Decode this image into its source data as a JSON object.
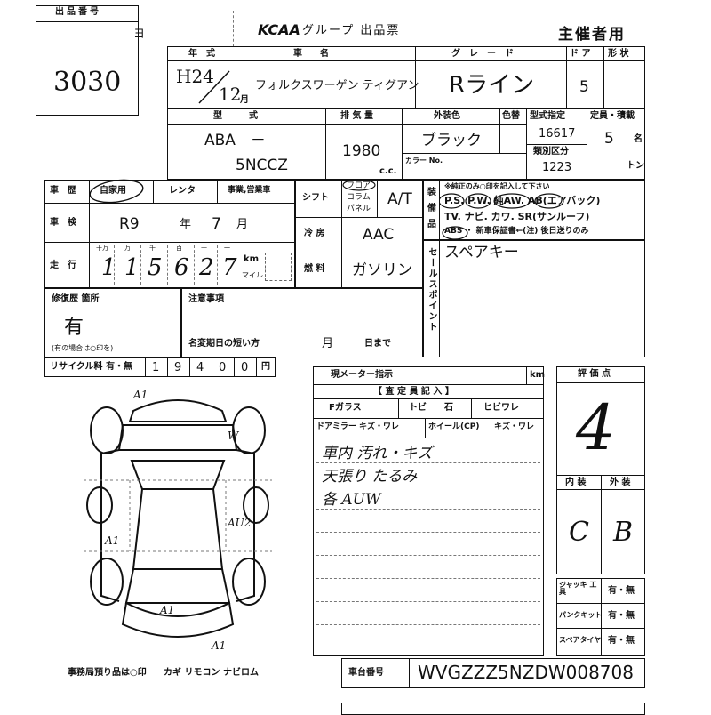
{
  "lot": {
    "label": "出品番号",
    "number": "3030"
  },
  "header": {
    "brand": "KCAA",
    "title": "グループ 出品票",
    "role": "主催者用",
    "corner_char": "ヨ"
  },
  "row1": {
    "labels": {
      "year": "年　式",
      "make": "車　　名",
      "grade": "グ　レ　ー　ド",
      "doors": "ド ア",
      "body": "形 状"
    },
    "year_era": "H24",
    "year_month": "12",
    "year_unit": "月",
    "car_name": "フォルクスワーゲン ティグアン",
    "grade": "Rライン",
    "doors": "5",
    "body": ""
  },
  "row2": {
    "labels": {
      "model": "型　　　式",
      "displacement": "排 気 量",
      "exterior": "外装色",
      "color_no": "色替",
      "type_designation": "型式指定",
      "capacity": "定員・積載",
      "category": "類別区分",
      "cc": "c.c.",
      "color_no2": "カラー\nNo."
    },
    "model_prefix": "ABA　－",
    "model_code": "5NCCZ",
    "displacement": "1980",
    "color": "ブラック",
    "type_designation": "16617",
    "category": "1223",
    "capacity": "5",
    "capacity_unit": "名",
    "load_unit": "トン"
  },
  "history": {
    "labels": {
      "history": "車　歴",
      "private": "自家用",
      "rental": "レンタ",
      "business": "事業,営業車",
      "inspection": "車　検",
      "mileage": "走　行",
      "year": "年",
      "month": "月",
      "km": "km",
      "mile": "マイル",
      "digits": [
        "十万",
        "万",
        "千",
        "百",
        "十",
        "一"
      ]
    },
    "inspection": "R9",
    "inspection_month": "7",
    "mileage_digits": [
      "1",
      "1",
      "5",
      "6",
      "2",
      "7"
    ]
  },
  "mech": {
    "labels": {
      "shift": "シフト",
      "floor": "フロア",
      "column": "コラム",
      "panel": "パネル",
      "ac": "冷 房",
      "fuel": "燃 料",
      "equip": "装\n備\n品",
      "seal": "セールスポイント"
    },
    "transmission": "A/T",
    "ac": "AAC",
    "fuel": "ガソリン",
    "equipment": [
      "※純正のみ○印を記入して下さい",
      "P.S. P.W. 純AW. AB(エアバック)",
      "TV. ナビ. カワ. SR(サンルーフ)",
      "ABS ・ 新車保証書←(注) 後日送りのみ"
    ],
    "sales_point": "スペアキー"
  },
  "repair": {
    "labels": {
      "repair": "修復歴 箇所",
      "note": "(有の場合は○印を)",
      "caution": "注意事項",
      "name_change": "名変期日の短い方",
      "month": "月",
      "day": "日まで"
    },
    "value": "有"
  },
  "recycle": {
    "label": "リサイクル料 有・無",
    "digits": [
      "1",
      "9",
      "4",
      "0",
      "0"
    ],
    "unit": "円"
  },
  "inspector": {
    "labels": {
      "meter": "現メーター指示",
      "km": "km",
      "section": "【 査 定 員 記 入 】",
      "fglass": "Fガラス",
      "tobi": "トビ",
      "ishi": "石",
      "hibi": "ヒビワレ",
      "mirror": "ドアミラー キズ・ワレ",
      "wheel": "ホイール(CP)",
      "kizu_ware": "キズ・ワレ"
    },
    "notes": [
      "車内 汚れ・キズ",
      "天張り たるみ",
      "各 AUW"
    ]
  },
  "score": {
    "labels": {
      "score": "評 価 点",
      "interior": "内 装",
      "exterior": "外 装"
    },
    "value": "4",
    "interior": "C",
    "exterior": "B"
  },
  "accessories": {
    "items": [
      {
        "label": "ジャッキ 工 具",
        "value": "有・無"
      },
      {
        "label": "パンクキット",
        "value": "有・無"
      },
      {
        "label": "スペアタイヤ",
        "value": "有・無"
      }
    ]
  },
  "diagram": {
    "marks": [
      "A1",
      "W",
      "A1",
      "AU2",
      "A1",
      "A1"
    ]
  },
  "footer": {
    "office": "事務局預り品は○印",
    "keys": "カギ リモコン ナビロム",
    "chassis_label": "車台番号",
    "chassis": "WVGZZZ5NZDW008708"
  }
}
